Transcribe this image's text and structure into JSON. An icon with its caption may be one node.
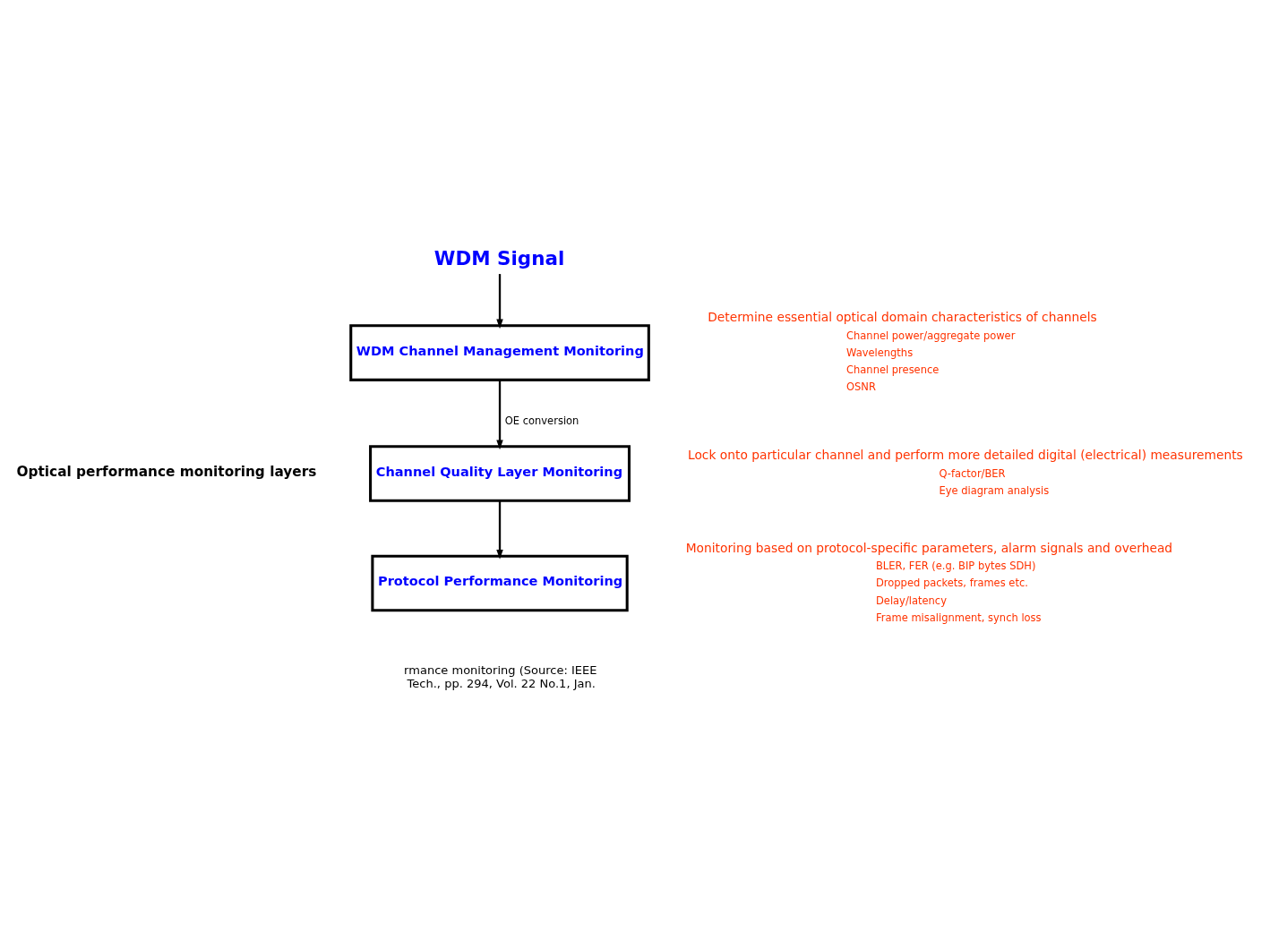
{
  "diagram": {
    "nodes": [
      {
        "text": [
          "WDM Signal"
        ]
      },
      {
        "text": [
          "WDM Channel Management Monitoring"
        ]
      },
      {
        "text": [
          "Channel Quality Layer Monitoring"
        ]
      },
      {
        "text": [
          "Protocol Performance Monitoring"
        ]
      }
    ],
    "edges": [
      {
        "from": 0,
        "to": 1,
        "arrow": "to"
      },
      {
        "from": 1,
        "to": 2,
        "arrow": "to",
        "label": "OE conversion"
      },
      {
        "from": 2,
        "to": 3,
        "arrow": "to"
      }
    ],
    "labels": [
      "Optical performance monitoring layers",
      "Determine essential optical domain characteristics of channels",
      "Channel power/aggregate power",
      "Wavelengths",
      "Channel presence",
      "OSNR",
      "Lock onto particular channel and perform more detailed digital (electrical) measurements",
      "Q-factor/BER",
      "Eye diagram analysis",
      "Monitoring based on protocol-specific parameters, alarm signals and overhead",
      "BLER, FER (e.g. BIP bytes SDH)",
      "Dropped packets, frames etc.",
      "Delay/latency",
      "Frame misalignment, synch loss",
      "rmance monitoring (Source: IEEE",
      "Tech., pp. 294, Vol. 22 No.1, Jan."
    ]
  }
}
